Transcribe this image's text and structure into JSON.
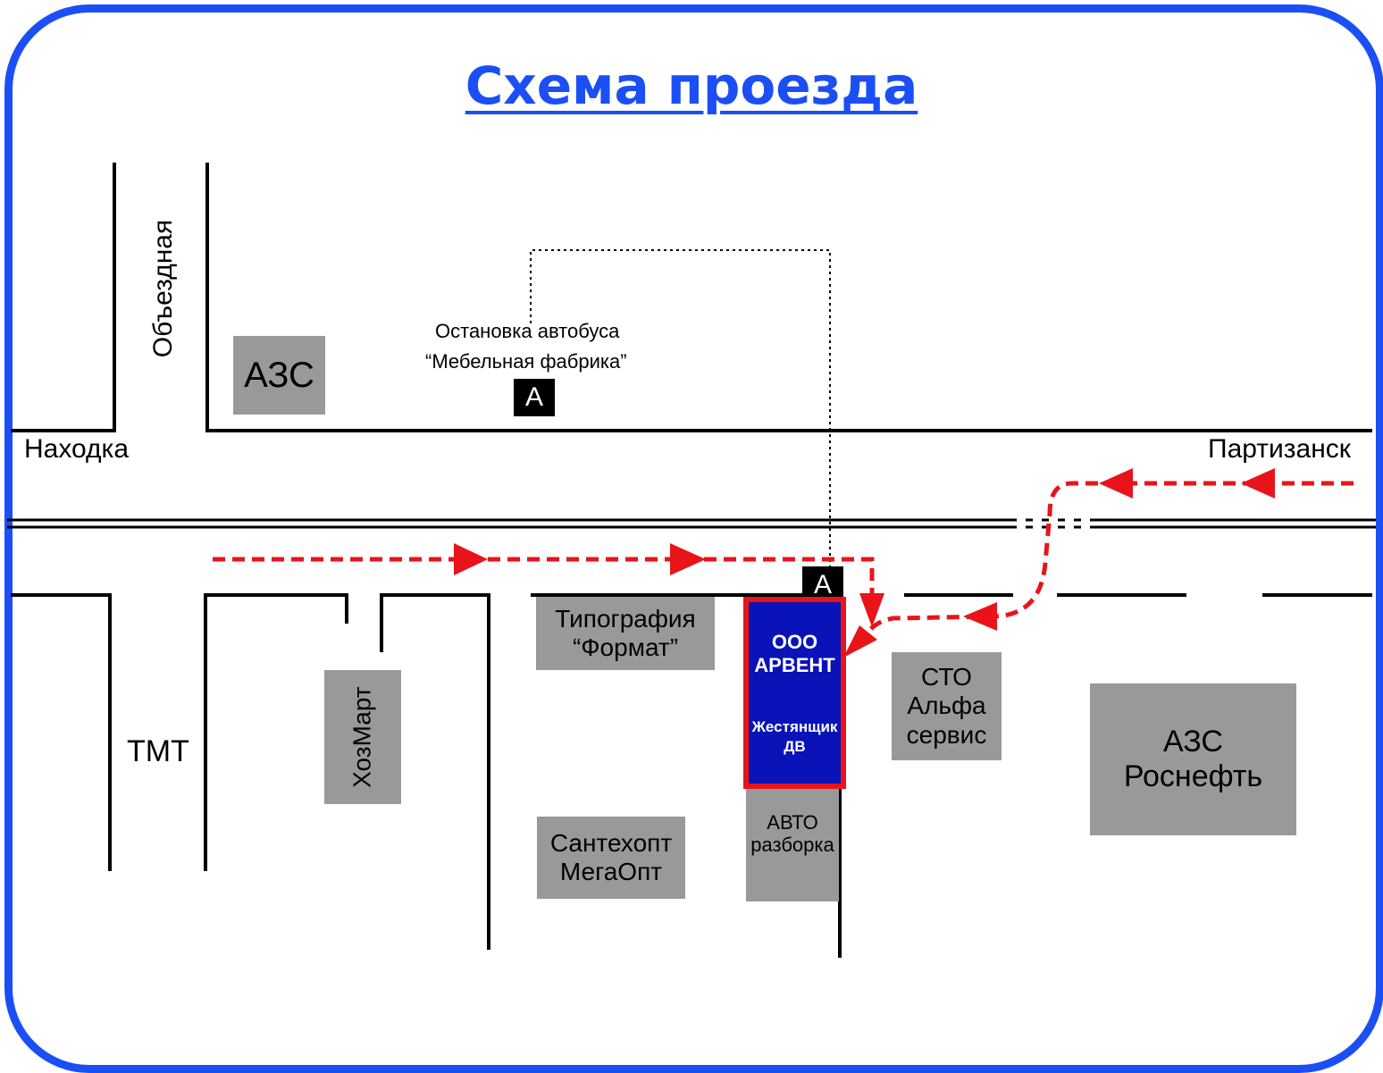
{
  "title": "Схема проезда",
  "colors": {
    "frame": "#1b4ff5",
    "route": "#e8141a",
    "building": "#999999",
    "target_fill": "#0a13b8",
    "target_border": "#e8141a"
  },
  "roads": {
    "left_city": "Находка",
    "right_city": "Партизанск",
    "side_road": "Объездная"
  },
  "bus_stop": {
    "line1": "Остановка автобуса",
    "line2": "“Мебельная фабрика”",
    "marker": "А"
  },
  "buildings": {
    "azs": "АЗС",
    "tmt": "ТМТ",
    "hozmart": "ХозМарт",
    "tipografiya_1": "Типография",
    "tipografiya_2": "“Формат”",
    "santehopt_1": "Сантехопт",
    "santehopt_2": "МегаОпт",
    "avto_1": "АВТО",
    "avto_2": "разборка",
    "sto_1": "СТО",
    "sto_2": "Альфа",
    "sto_3": "сервис",
    "rosneft_1": "АЗС",
    "rosneft_2": "Роснефть"
  },
  "target": {
    "line1": "ООО",
    "line2": "АРВЕНТ",
    "line3": "Жестянщик",
    "line4": "ДВ"
  }
}
